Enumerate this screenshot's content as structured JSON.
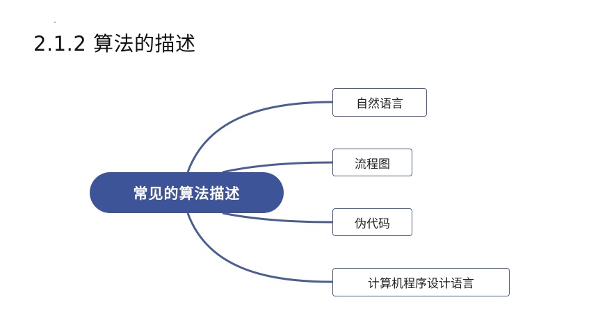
{
  "slide": {
    "title": "2.1.2 算法的描述"
  },
  "mindmap": {
    "root": "常见的算法描述",
    "branches": [
      "自然语言",
      "流程图",
      "伪代码",
      "计算机程序设计语言"
    ]
  },
  "colors": {
    "root_fill": "#3e5499",
    "connector": "#4a5e94",
    "branch_border": "#4a5e94"
  }
}
